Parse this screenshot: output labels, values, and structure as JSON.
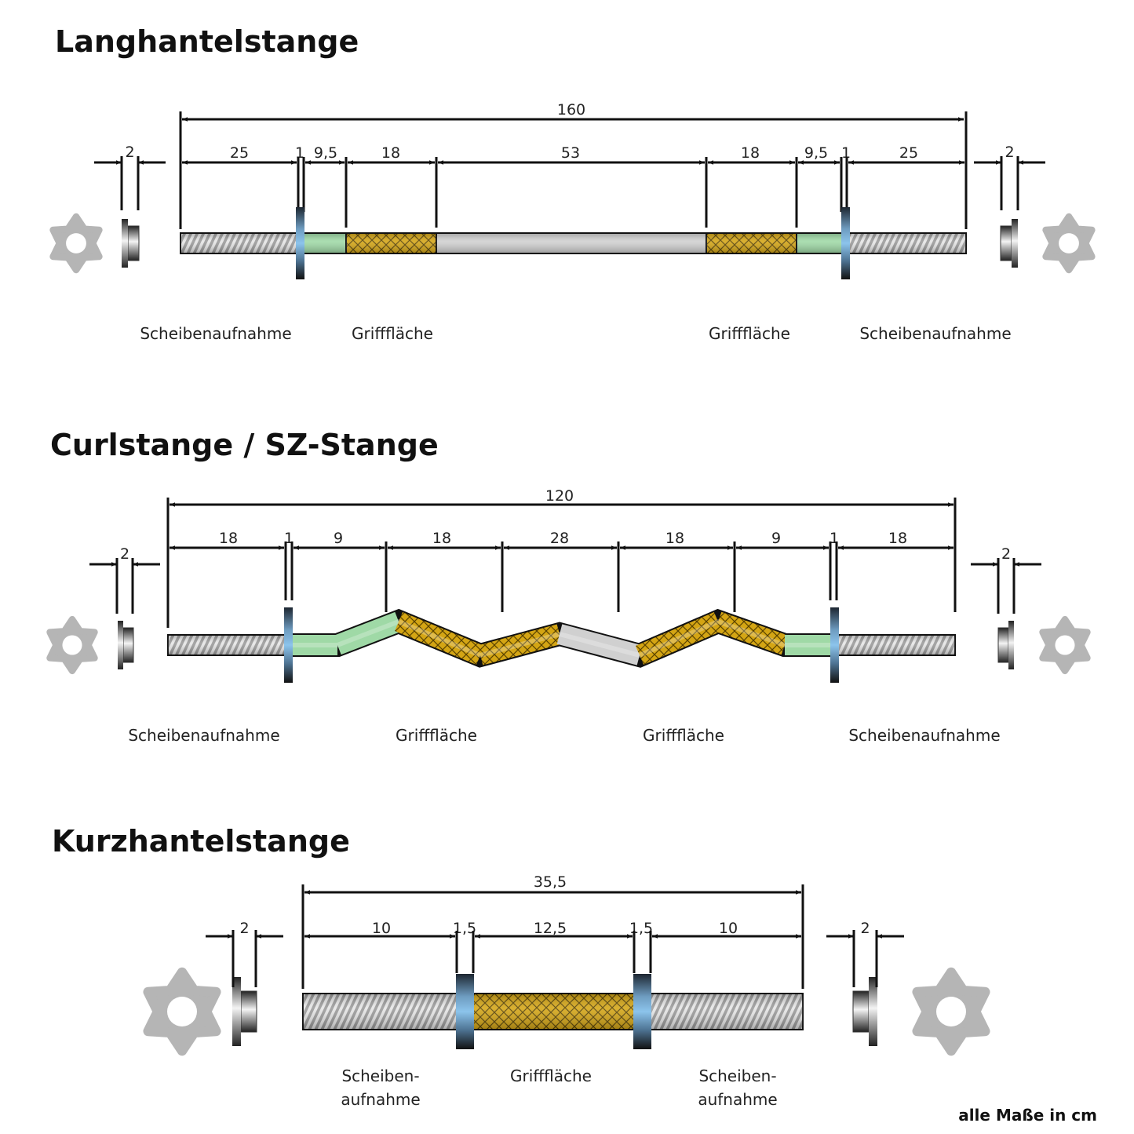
{
  "footnote": "alle Maße in cm",
  "colors": {
    "collar": "#7fb0d6",
    "sleeve_green": "#9fd9a6",
    "grip_gold": "#d4a514",
    "center_silver": "#d0d0d0",
    "star": "#b5b5b5"
  },
  "bars": [
    {
      "title": "Langhantelstange",
      "total": "160",
      "segments": [
        "25",
        "1",
        "9,5",
        "18",
        "53",
        "18",
        "9,5",
        "1",
        "25"
      ],
      "clip_width": "2",
      "labels": [
        "Scheibenaufnahme",
        "Grifffläche",
        "Grifffläche",
        "Scheibenaufnahme"
      ]
    },
    {
      "title": "Curlstange / SZ-Stange",
      "total": "120",
      "segments": [
        "18",
        "1",
        "9",
        "18",
        "28",
        "18",
        "9",
        "1",
        "18"
      ],
      "clip_width": "2",
      "labels": [
        "Scheibenaufnahme",
        "Grifffläche",
        "Grifffläche",
        "Scheibenaufnahme"
      ]
    },
    {
      "title": "Kurzhantelstange",
      "total": "35,5",
      "segments": [
        "10",
        "1,5",
        "12,5",
        "1,5",
        "10"
      ],
      "clip_width": "2",
      "labels": [
        "Scheiben-",
        "aufnahme",
        "Grifffläche",
        "Scheiben-",
        "aufnahme"
      ]
    }
  ]
}
